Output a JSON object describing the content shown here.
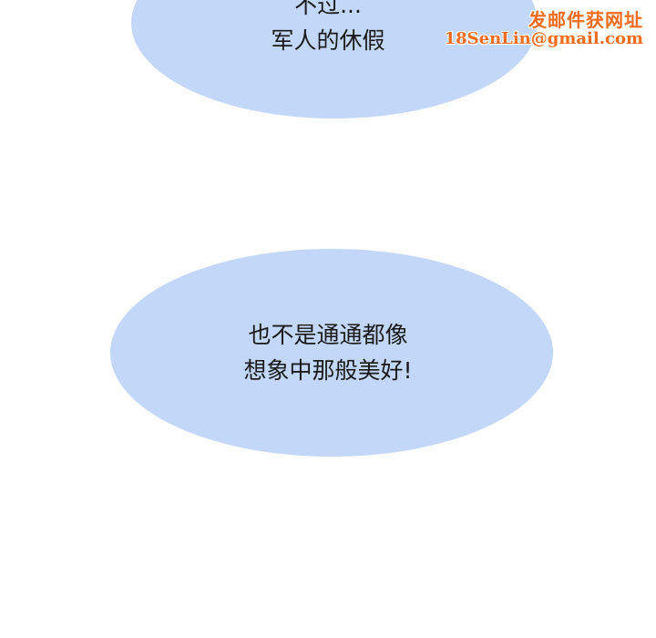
{
  "bubbles": [
    {
      "lines": [
        "不过...",
        "军人的休假"
      ]
    },
    {
      "lines": [
        "也不是通通都像",
        "想象中那般美好!"
      ]
    }
  ],
  "watermark": {
    "line1": "发邮件获网址",
    "line2": "18SenLin@gmail.com",
    "color": "#f36b1c"
  },
  "colors": {
    "bubble": "#c3d7f8",
    "background": "#ffffff"
  }
}
